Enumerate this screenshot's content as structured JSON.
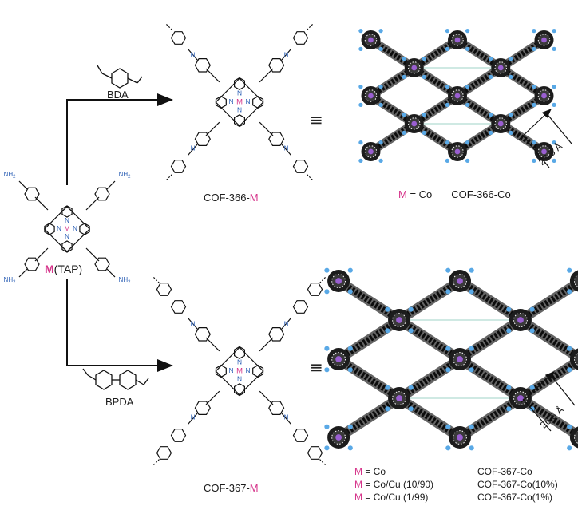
{
  "colors": {
    "metal": "#d6338a",
    "nitrogen": "#2b5fb5",
    "node": "#1c1c1c",
    "cell": "#9fd3c7",
    "linker_end": "#5aa9e6",
    "node_center": "#9a5fd1"
  },
  "reagents": {
    "top": {
      "name": "BDA"
    },
    "bottom": {
      "name": "BPDA"
    }
  },
  "precursor": {
    "metal": "M",
    "name": "(TAP)",
    "amine": "NH",
    "amine_sub": "2",
    "atom_n": "N",
    "atom_m": "M"
  },
  "products": {
    "top": {
      "prefix": "COF-366-",
      "metal": "M"
    },
    "bottom": {
      "prefix": "COF-367-",
      "metal": "M"
    }
  },
  "equivalence_symbol": "≡",
  "frameworks": {
    "top": {
      "distance": "23.5 Å",
      "legend": [
        {
          "metal": "M",
          "composition": "= Co",
          "name": "COF-366-Co"
        }
      ]
    },
    "bottom": {
      "distance": "26.5 Å",
      "legend": [
        {
          "metal": "M",
          "composition": "= Co",
          "name": "COF-367-Co"
        },
        {
          "metal": "M",
          "composition": "= Co/Cu (10/90)",
          "name": "COF-367-Co(10%)"
        },
        {
          "metal": "M",
          "composition": "= Co/Cu (1/99)",
          "name": "COF-367-Co(1%)"
        }
      ]
    }
  }
}
